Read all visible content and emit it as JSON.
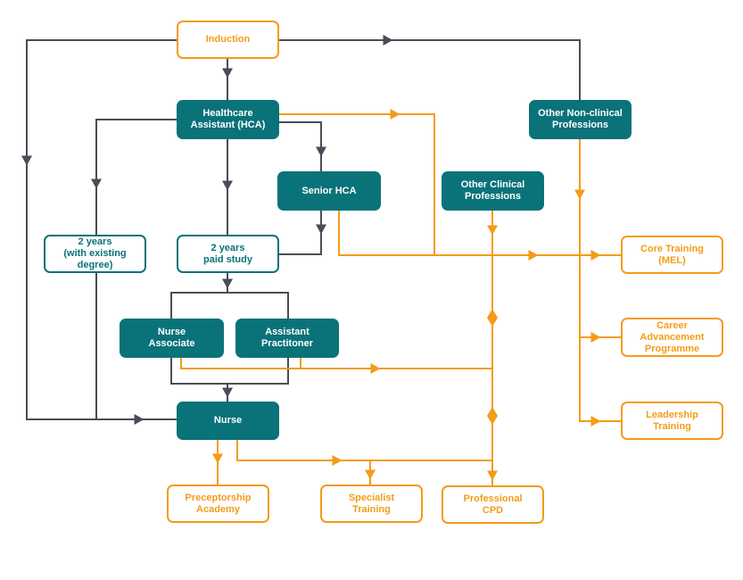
{
  "colors": {
    "teal": "#0a7279",
    "orange": "#f39c18",
    "grey": "#4a4d56"
  },
  "nodes": {
    "induction": "Induction",
    "hca": "Healthcare\nAssistant (HCA)",
    "senior_hca": "Senior HCA",
    "two_years_degree": "2 years\n(with existing\ndegree)",
    "two_years_paid": "2 years\npaid study",
    "nurse_associate": "Nurse\nAssociate",
    "assistant_practitioner": "Assistant\nPractitoner",
    "nurse": "Nurse",
    "other_clinical": "Other Clinical\nProfessions",
    "other_non_clinical": "Other Non-clinical\nProfessions",
    "core_training": "Core Training\n(MEL)",
    "career_advancement": "Career\nAdvancement\nProgramme",
    "leadership_training": "Leadership\nTraining",
    "preceptorship": "Preceptorship\nAcademy",
    "specialist_training": "Specialist\nTraining",
    "professional_cpd": "Professional\nCPD"
  }
}
